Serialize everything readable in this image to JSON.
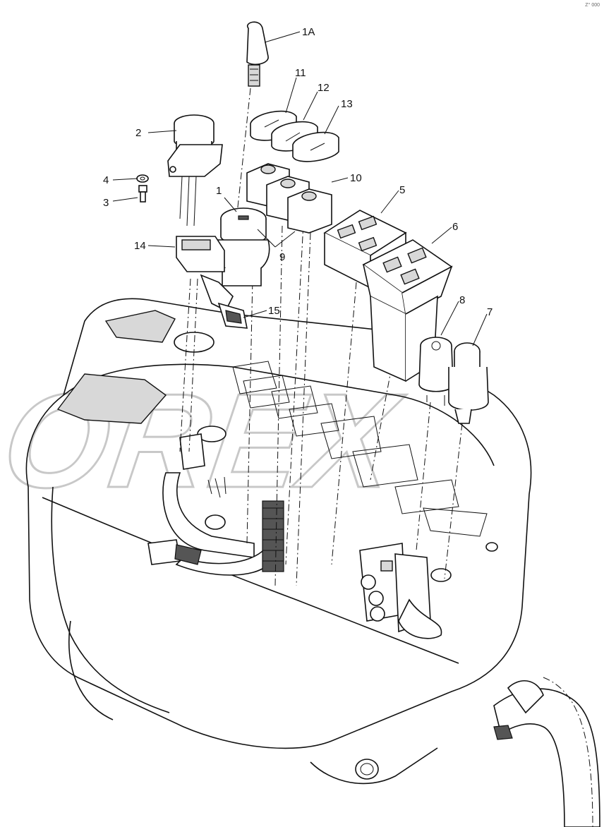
{
  "corner_mark": "Z° 000",
  "watermark": "OREX",
  "callouts": [
    {
      "id": "1A",
      "label": "1A"
    },
    {
      "id": "11",
      "label": "11"
    },
    {
      "id": "12",
      "label": "12"
    },
    {
      "id": "13",
      "label": "13"
    },
    {
      "id": "2",
      "label": "2"
    },
    {
      "id": "4",
      "label": "4"
    },
    {
      "id": "3",
      "label": "3"
    },
    {
      "id": "1",
      "label": "1"
    },
    {
      "id": "10",
      "label": "10"
    },
    {
      "id": "5",
      "label": "5"
    },
    {
      "id": "6",
      "label": "6"
    },
    {
      "id": "14",
      "label": "14"
    },
    {
      "id": "9",
      "label": "9"
    },
    {
      "id": "15",
      "label": "15"
    },
    {
      "id": "8",
      "label": "8"
    },
    {
      "id": "7",
      "label": "7"
    }
  ]
}
